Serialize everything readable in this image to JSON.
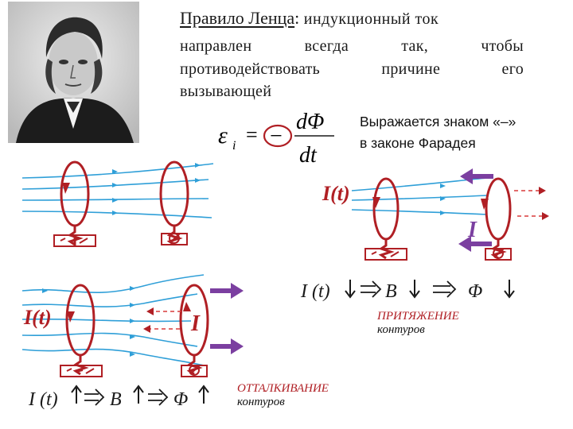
{
  "rule": {
    "title": "Правило  Ленца",
    "colon": ":",
    "title_rest": " индукционный  ток",
    "line2": [
      "направлен",
      "всегда",
      "так,",
      "чтобы"
    ],
    "line3": [
      "противодействовать",
      "причине",
      "его"
    ],
    "line4": "вызывающей"
  },
  "note": {
    "line1": "Выражается знаком «–»",
    "line2": "в законе Фарадея"
  },
  "formula": {
    "emf_symbol": "ε",
    "emf_subscript": "i",
    "equals": "=",
    "minus": "−",
    "numerator": "dΦ",
    "denominator": "dt"
  },
  "labels": {
    "current_t_1": "I(t)",
    "current_t_2": "I(t)",
    "induced_1": "I",
    "induced_2": "I"
  },
  "chain_down": {
    "i": "I",
    "t": "(t)",
    "b": "B",
    "phi": "Φ"
  },
  "chain_up": {
    "i": "I",
    "t": "(t)",
    "b": "B",
    "phi": "Φ"
  },
  "attraction": {
    "main": "ПРИТЯЖЕНИЕ",
    "sub": "контуров"
  },
  "repulsion": {
    "main": "ОТТАЛКИВАНИЕ",
    "sub": "контуров"
  },
  "colors": {
    "loop": "#b01f24",
    "field_lines": "#2f9fd8",
    "arrow_purple": "#7b3fa0",
    "text": "#1a1a1a"
  }
}
